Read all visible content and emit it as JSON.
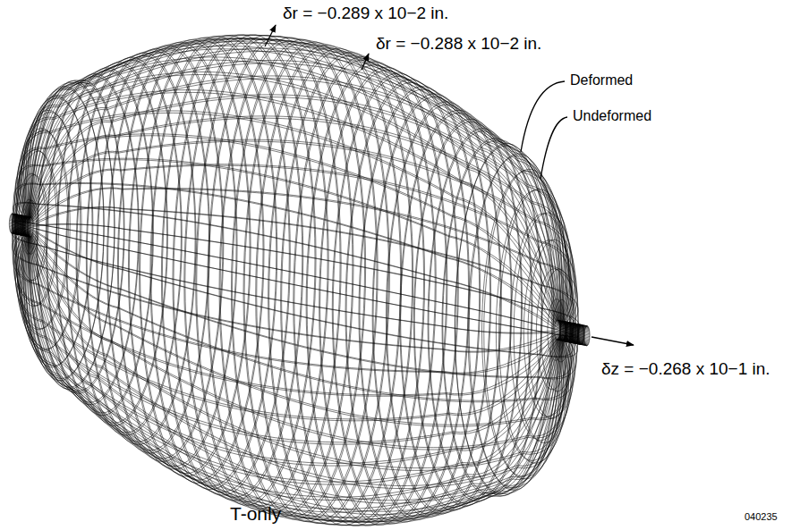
{
  "diagram": {
    "labels": [
      "δr = −0.289 x 10−2 in.",
      "δr = −0.288 x 10−2 in.",
      "Deformed",
      "Undeformed",
      "δz = −0.268 x 10−1 in.",
      "T-only",
      "040235"
    ]
  }
}
